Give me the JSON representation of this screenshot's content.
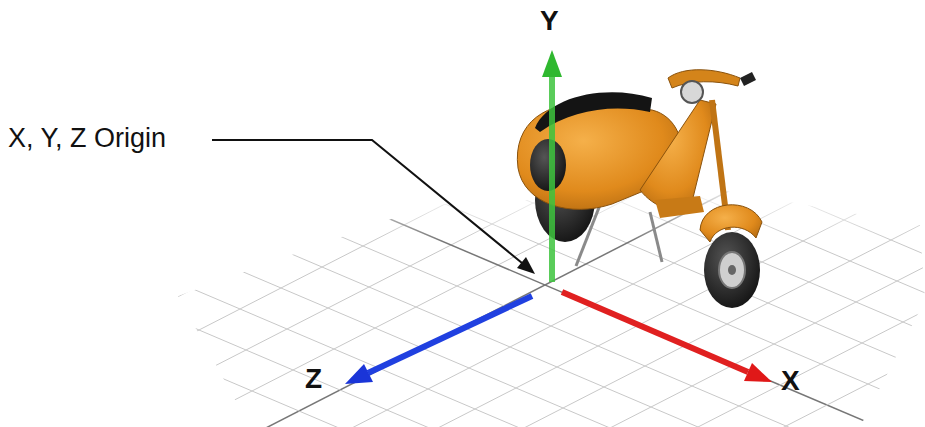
{
  "diagram": {
    "labels": [
      "X, Y, Z Origin",
      "Y",
      "Z",
      "X"
    ]
  }
}
